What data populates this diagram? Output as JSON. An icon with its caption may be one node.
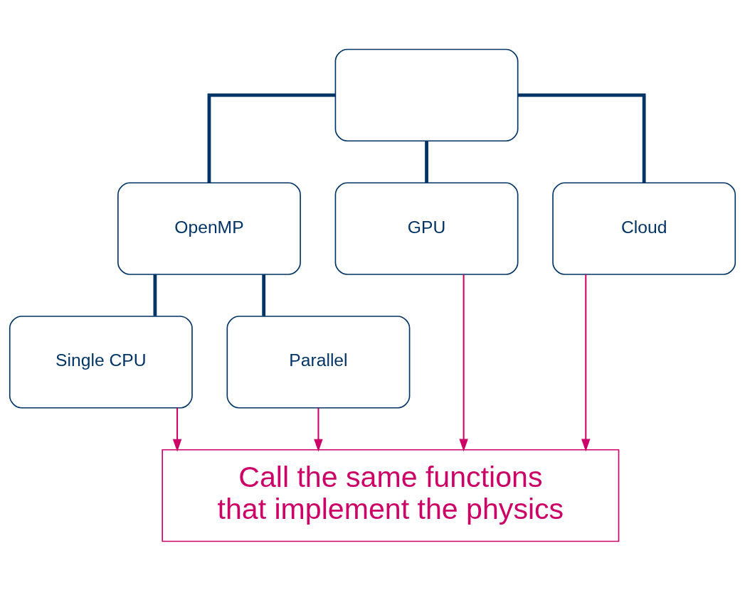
{
  "diagram": {
    "nodes": [
      {
        "text": [],
        "shape": "box"
      },
      {
        "text": [
          "OpenMP"
        ]
      },
      {
        "text": [
          "GPU"
        ]
      },
      {
        "text": [
          "Cloud"
        ]
      },
      {
        "text": [
          "Single CPU"
        ]
      },
      {
        "text": [
          "Parallel"
        ]
      },
      {
        "text": [
          "Call the same functions that implement the physics"
        ]
      }
    ],
    "edges": [
      {
        "from": 0,
        "to": 1,
        "arrow": "none"
      },
      {
        "from": 0,
        "to": 2,
        "arrow": "none"
      },
      {
        "from": 0,
        "to": 3,
        "arrow": "none"
      },
      {
        "from": 1,
        "to": 4,
        "arrow": "none"
      },
      {
        "from": 1,
        "to": 5,
        "arrow": "none"
      },
      {
        "from": 4,
        "to": 6,
        "arrow": "to",
        "color": "#cc0066"
      },
      {
        "from": 5,
        "to": 6,
        "arrow": "to",
        "color": "#cc0066"
      },
      {
        "from": 2,
        "to": 6,
        "arrow": "to",
        "color": "#cc0066"
      },
      {
        "from": 3,
        "to": 6,
        "arrow": "to",
        "color": "#cc0066"
      }
    ]
  }
}
